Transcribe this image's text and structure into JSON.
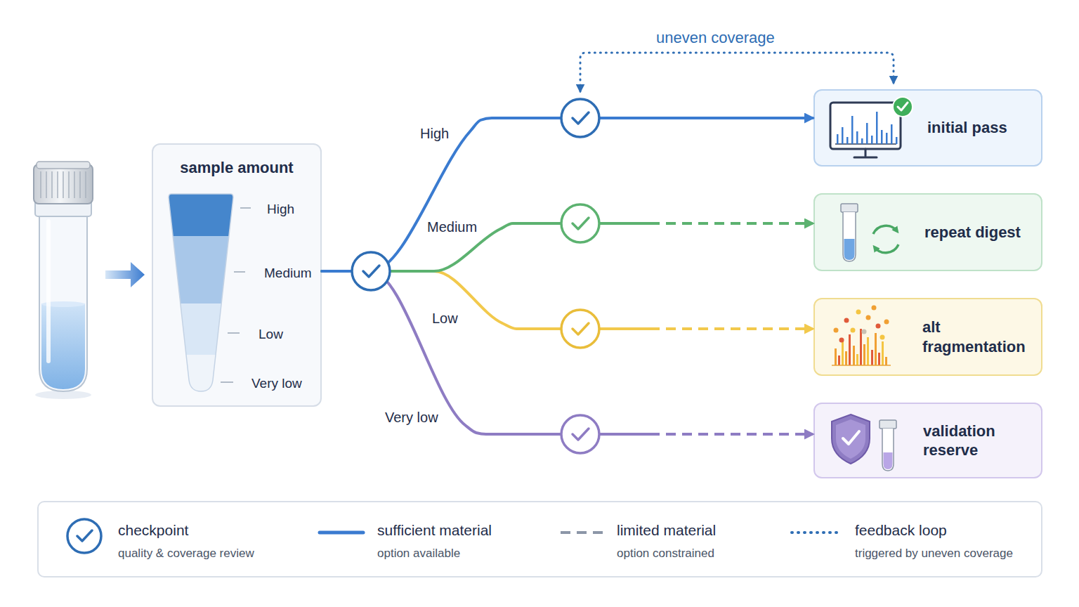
{
  "diagram": {
    "nodes": [
      {
        "text": [
          "sample amount",
          "High",
          "Medium",
          "Low",
          "Very low"
        ]
      },
      {
        "text": [
          "initial pass"
        ]
      },
      {
        "text": [
          "repeat digest"
        ]
      },
      {
        "text": [
          "alt fragmentation"
        ]
      },
      {
        "text": [
          "validation reserve"
        ]
      }
    ],
    "edges": [
      {
        "from": 0,
        "to": 1,
        "label": "High",
        "arrow": "to"
      },
      {
        "from": 0,
        "to": 2,
        "label": "Medium",
        "arrow": "to"
      },
      {
        "from": 0,
        "to": 3,
        "label": "Low",
        "arrow": "to"
      },
      {
        "from": 0,
        "to": 4,
        "label": "Very low",
        "arrow": "to"
      }
    ],
    "labels": [
      "uneven coverage",
      "quality & coverage review",
      "option available",
      "option constrained",
      "triggered by uneven coverage"
    ],
    "legend": [
      {
        "text": "checkpoint"
      },
      {
        "text": "sufficient material"
      },
      {
        "text": "limited material"
      },
      {
        "text": "feedback loop"
      }
    ]
  }
}
